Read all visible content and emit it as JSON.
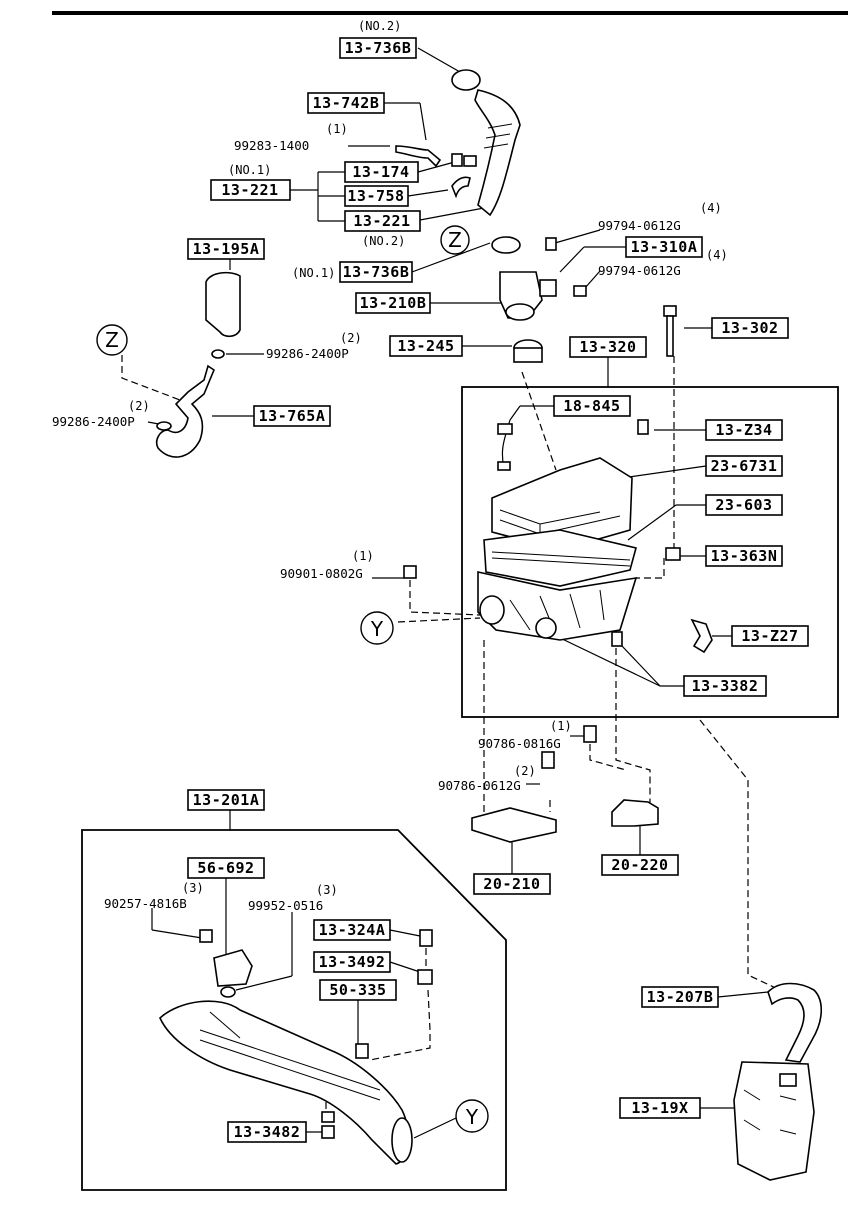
{
  "part_labels": {
    "p13_736B_top": "13-736B",
    "p13_742B": "13-742B",
    "p13_174": "13-174",
    "p13_221_left": "13-221",
    "p13_758": "13-758",
    "p13_221_right": "13-221",
    "p13_736B_mid": "13-736B",
    "p13_310A": "13-310A",
    "p13_210B": "13-210B",
    "p13_195A": "13-195A",
    "p13_245": "13-245",
    "p13_320": "13-320",
    "p13_302": "13-302",
    "p18_845": "18-845",
    "p13_Z34": "13-Z34",
    "p23_6731": "23-6731",
    "p23_603": "23-603",
    "p13_765A": "13-765A",
    "p13_363N": "13-363N",
    "p13_Z27": "13-Z27",
    "p13_3382": "13-3382",
    "p13_201A": "13-201A",
    "p56_692": "56-692",
    "p13_324A": "13-324A",
    "p13_3492": "13-3492",
    "p50_335": "50-335",
    "p20_210": "20-210",
    "p20_220": "20-220",
    "p13_207B": "13-207B",
    "p13_19X": "13-19X",
    "p13_3482": "13-3482"
  },
  "codes": {
    "c99283_1400": "99283-1400",
    "c99794_0612G_a": "99794-0612G",
    "c99794_0612G_b": "99794-0612G",
    "c99286_2400P_a": "99286-2400P",
    "c99286_2400P_b": "99286-2400P",
    "c90901_0802G": "90901-0802G",
    "c90786_0816G": "90786-0816G",
    "c90786_0612G": "90786-0612G",
    "c90257_4816B": "90257-4816B",
    "c99952_0516": "99952-0516"
  },
  "notes": {
    "no2_top": "(NO.2)",
    "no1_left": "(NO.1)",
    "no2_mid": "(NO.2)",
    "no1_mid": "(NO.1)",
    "q1_a": "(1)",
    "q4_a": "(4)",
    "q4_b": "(4)",
    "q2_a": "(2)",
    "q2_b": "(2)",
    "q1_b": "(1)",
    "q1_c": "(1)",
    "q2_c": "(2)",
    "q3_a": "(3)",
    "q3_b": "(3)"
  },
  "refs": {
    "z_top": "Z",
    "z_left": "Z",
    "y_mid": "Y",
    "y_bottom": "Y"
  }
}
